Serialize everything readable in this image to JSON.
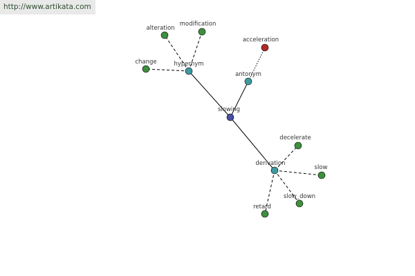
{
  "site": {
    "url": "http://www.artikata.com"
  },
  "colors": {
    "root": "#4a4fa3",
    "relation": "#3f9aa0",
    "word": "#3e8f3e",
    "antonym_word": "#b12a2a",
    "url_bar_bg": "#e9e9e9"
  },
  "graph": {
    "root": {
      "id": "slowing",
      "label": "slowing"
    },
    "relations": [
      {
        "id": "hypernym",
        "label": "hypernym"
      },
      {
        "id": "antonym",
        "label": "antonym"
      },
      {
        "id": "derivation",
        "label": "derivation"
      }
    ],
    "words": [
      {
        "id": "alteration",
        "label": "alteration",
        "relation": "hypernym"
      },
      {
        "id": "modification",
        "label": "modification",
        "relation": "hypernym"
      },
      {
        "id": "change",
        "label": "change",
        "relation": "hypernym"
      },
      {
        "id": "acceleration",
        "label": "acceleration",
        "relation": "antonym"
      },
      {
        "id": "decelerate",
        "label": "decelerate",
        "relation": "derivation"
      },
      {
        "id": "slow",
        "label": "slow",
        "relation": "derivation"
      },
      {
        "id": "slow_down",
        "label": "slow_down",
        "relation": "derivation"
      },
      {
        "id": "retard",
        "label": "retard",
        "relation": "derivation"
      }
    ]
  }
}
